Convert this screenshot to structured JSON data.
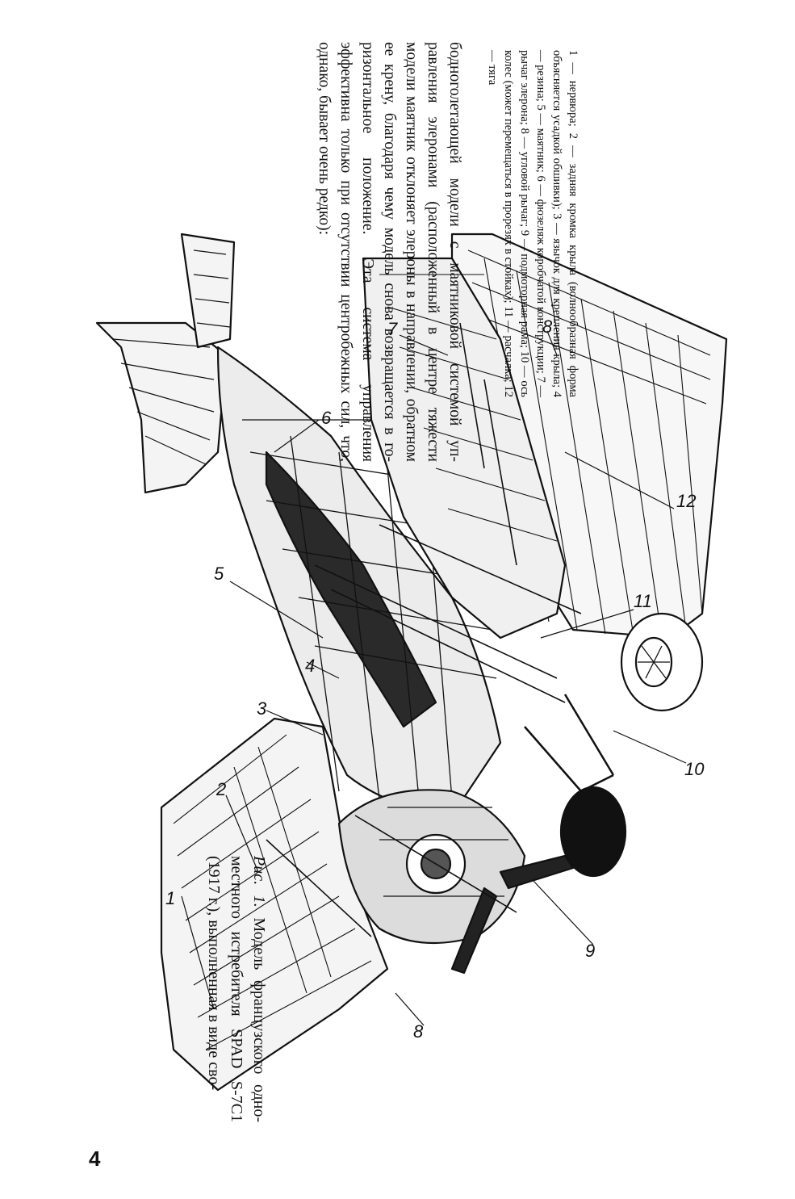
{
  "page": {
    "number": "4"
  },
  "body_text": "бодного­летающей моде­ли с маятнико­вой системой уп­равления элерона­ми (расположен­ный в центре тя­жести модели ма­ятник отклоняет элероны в направ­лении, обратном ее крену, благодаря чему модель снова возвращается в го­ризонтальное по­ложение. Эта си­стема управления эффективна только при отсутствии центробежных сил, что, однако, бы­вает очень редко):",
  "legend": "1 — нервюра; 2 — зад­няя кромка крыла (волнообразная фор­ма объясняется усад­кой обшивки); 3 — язычок для крепления крыла; 4 — резина; 5 — маятник; 6 — фю­зеляж коробчатой конструкции; 7 — ры­чаг элерона; 8 — угловой рычаг; 9 — подмоторная рама; 10 — ось колес (может перемещаться в про­резях в стойках); 11 — расчалка; 12 — тяга",
  "caption": {
    "prefix": "Рис. 1.",
    "text": "Модель французского одно­местного истреби­теля SPAD S-7C1 (1917 г.), выпол­ненная в виде сво-"
  },
  "callouts": [
    "1",
    "2",
    "3",
    "4",
    "5",
    "6",
    "7",
    "8",
    "9",
    "10",
    "11",
    "12",
    "8"
  ]
}
